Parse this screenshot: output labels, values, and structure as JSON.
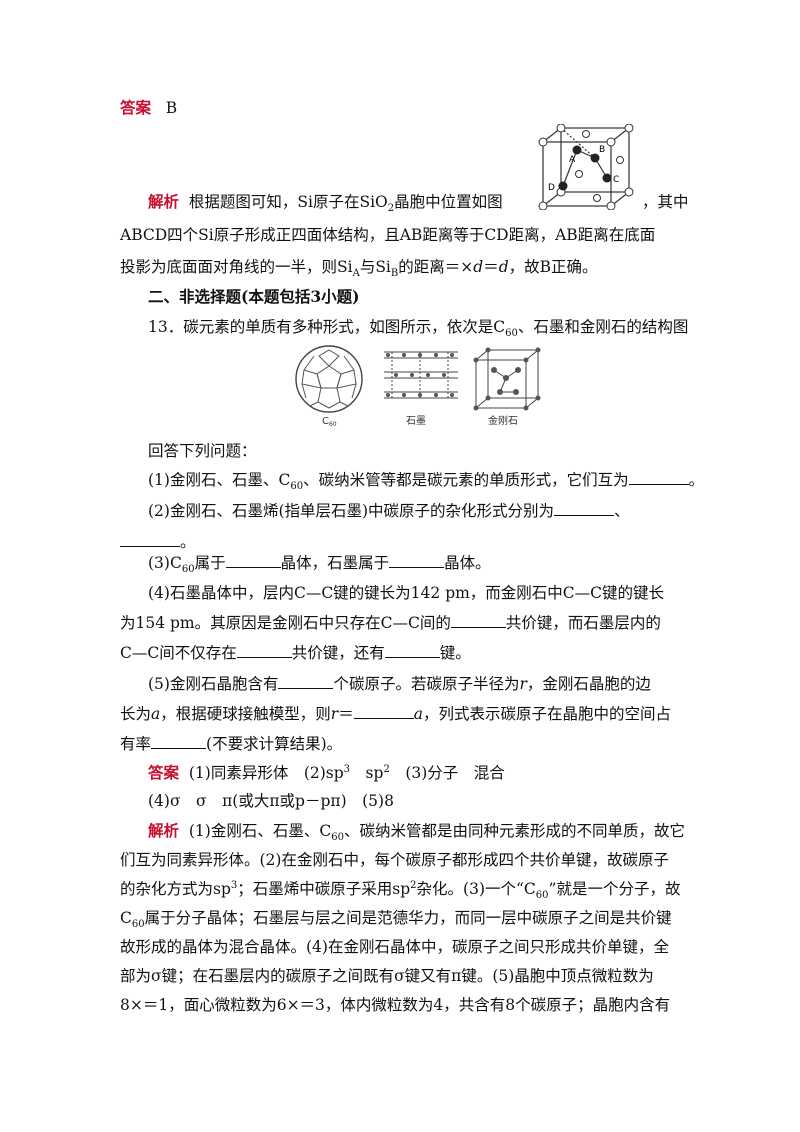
{
  "q12": {
    "answer_label": "答案",
    "answer_value": "B",
    "analysis_label": "解析",
    "analysis_l1_a": "根据题图可知，Si原子在SiO",
    "analysis_l1_sub": "2",
    "analysis_l1_b": "晶胞中位置如图",
    "analysis_l1_c": "，其中",
    "analysis_l2": "ABCD四个Si原子形成正四面体结构，且AB距离等于CD距离，AB距离在底面",
    "analysis_l3_a": "投影为底面面对角线的一半，则Si",
    "analysis_l3_subA": "A",
    "analysis_l3_b": "与Si",
    "analysis_l3_subB": "B",
    "analysis_l3_c": "的距离＝×",
    "analysis_l3_d": "d",
    "analysis_l3_e": "＝",
    "analysis_l3_f": "d",
    "analysis_l3_g": "，故B正确。",
    "figure_labels": {
      "A": "A",
      "B": "B",
      "C": "C",
      "D": "D"
    }
  },
  "section2": {
    "title": "二、非选择题(本题包括3小题)"
  },
  "q13": {
    "stem_a": "13．碳元素的单质有多种形式，如图所示，依次是C",
    "stem_sub": "60",
    "stem_b": "、石墨和金刚石的结构图",
    "figure_captions": {
      "c60": "C",
      "c60_sub": "60",
      "graphite": "石墨",
      "diamond": "金刚石"
    },
    "prompt": "回答下列问题：",
    "q1_a": "(1)金刚石、石墨、C",
    "q1_sub": "60",
    "q1_b": "、碳纳米管等都是碳元素的单质形式，它们互为",
    "q1_end": "。",
    "q2_a": "(2)金刚石、石墨烯(指单层石墨)中碳原子的杂化形式分别为",
    "q2_b": "、",
    "q2_end": "。",
    "q3_a": "(3)C",
    "q3_sub": "60",
    "q3_b": "属于",
    "q3_c": "晶体，石墨属于",
    "q3_end": "晶体。",
    "q4_l1": "(4)石墨晶体中，层内C—C键的键长为142 pm，而金刚石中C—C键的键长",
    "q4_l2_a": "为154 pm。其原因是金刚石中只存在C—C间的",
    "q4_l2_b": "共价键，而石墨层内的",
    "q4_l3_a": "C—C间不仅存在",
    "q4_l3_b": "共价键，还有",
    "q4_l3_end": "键。",
    "q5_l1_a": "(5)金刚石晶胞含有",
    "q5_l1_b": "个碳原子。若碳原子半径为",
    "q5_l1_r": "r",
    "q5_l1_c": "，金刚石晶胞的边",
    "q5_l2_a": "长为",
    "q5_l2_av": "a",
    "q5_l2_b": "，根据硬球接触模型，则",
    "q5_l2_r": "r",
    "q5_l2_eq": "＝",
    "q5_l2_a2": "a",
    "q5_l2_c": "，列式表示碳原子在晶胞中的空间占",
    "q5_l3_a": "有率",
    "q5_l3_b": "(不要求计算结果)。",
    "answer_label": "答案",
    "ans1_a": "(1)同素异形体　(2)sp",
    "ans1_sup1": "3",
    "ans1_b": "　sp",
    "ans1_sup2": "2",
    "ans1_c": "　(3)分子　混合",
    "ans2": "(4)σ　σ　π(或大π或p－pπ)　(5)8",
    "analysis_label": "解析",
    "an_l1_a": "(1)金刚石、石墨、C",
    "an_l1_sub": "60",
    "an_l1_b": "、碳纳米管都是由同种元素形成的不同单质，故它",
    "an_l2": "们互为同素异形体。(2)在金刚石中，每个碳原子都形成四个共价单键，故碳原子",
    "an_l3_a": "的杂化方式为sp",
    "an_l3_sup1": "3",
    "an_l3_b": "；石墨烯中碳原子采用sp",
    "an_l3_sup2": "2",
    "an_l3_c": "杂化。(3)一个“C",
    "an_l3_sub": "60",
    "an_l3_d": "”就是一个分子，故",
    "an_l4_a": "C",
    "an_l4_sub": "60",
    "an_l4_b": "属于分子晶体；石墨层与层之间是范德华力，而同一层中碳原子之间是共价键",
    "an_l5": "故形成的晶体为混合晶体。(4)在金刚石晶体中，碳原子之间只形成共价单键，全",
    "an_l6": "部为σ键；在石墨层内的碳原子之间既有σ键又有π键。(5)晶胞中顶点微粒数为",
    "an_l7": "8×＝1，面心微粒数为6×＝3，体内微粒数为4，共含有8个碳原子；晶胞内含有"
  }
}
